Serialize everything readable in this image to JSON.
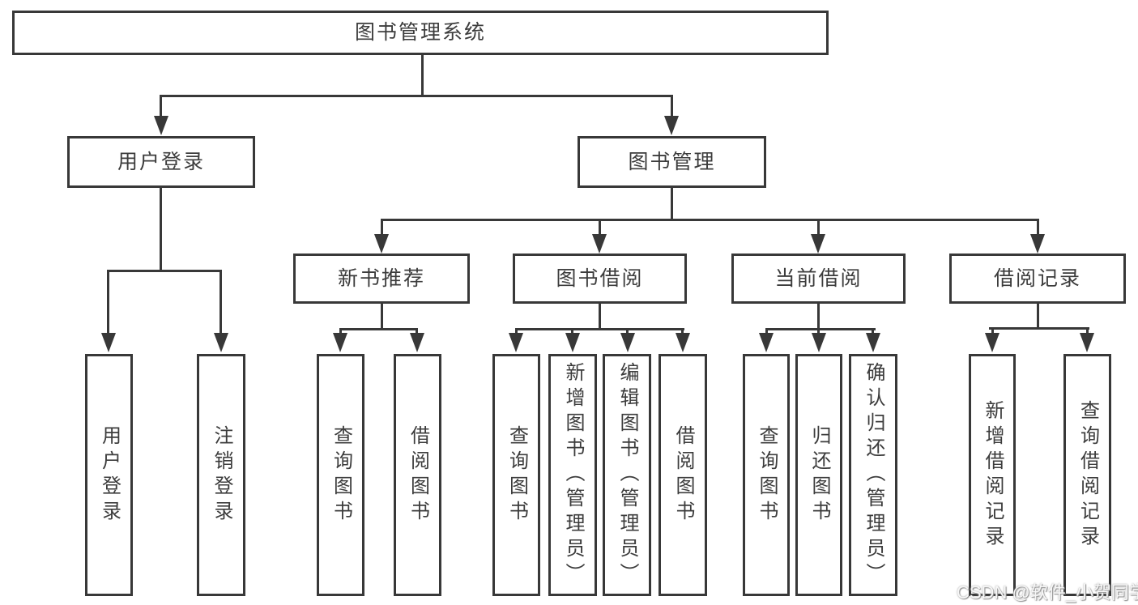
{
  "tree": {
    "root": {
      "label": "图书管理系统"
    },
    "branches": [
      {
        "label": "用户登录",
        "children": [
          {
            "label": "用户登录"
          },
          {
            "label": "注销登录"
          }
        ]
      },
      {
        "label": "图书管理",
        "groups": [
          {
            "label": "新书推荐",
            "children": [
              {
                "label": "查询图书"
              },
              {
                "label": "借阅图书"
              }
            ]
          },
          {
            "label": "图书借阅",
            "children": [
              {
                "label": "查询图书"
              },
              {
                "label": "新增图书（管理员）"
              },
              {
                "label": "编辑图书（管理员）"
              },
              {
                "label": "借阅图书"
              }
            ]
          },
          {
            "label": "当前借阅",
            "children": [
              {
                "label": "查询图书"
              },
              {
                "label": "归还图书"
              },
              {
                "label": "确认归还（管理员）"
              }
            ]
          },
          {
            "label": "借阅记录",
            "children": [
              {
                "label": "新增借阅记录"
              },
              {
                "label": "查询借阅记录"
              }
            ]
          }
        ]
      }
    ]
  },
  "watermark": "CSDN @软件_小贺同学",
  "colors": {
    "line": "#383838",
    "text": "#3c3c3c",
    "background": "#ffffff",
    "watermark": "#f7f7f7"
  }
}
